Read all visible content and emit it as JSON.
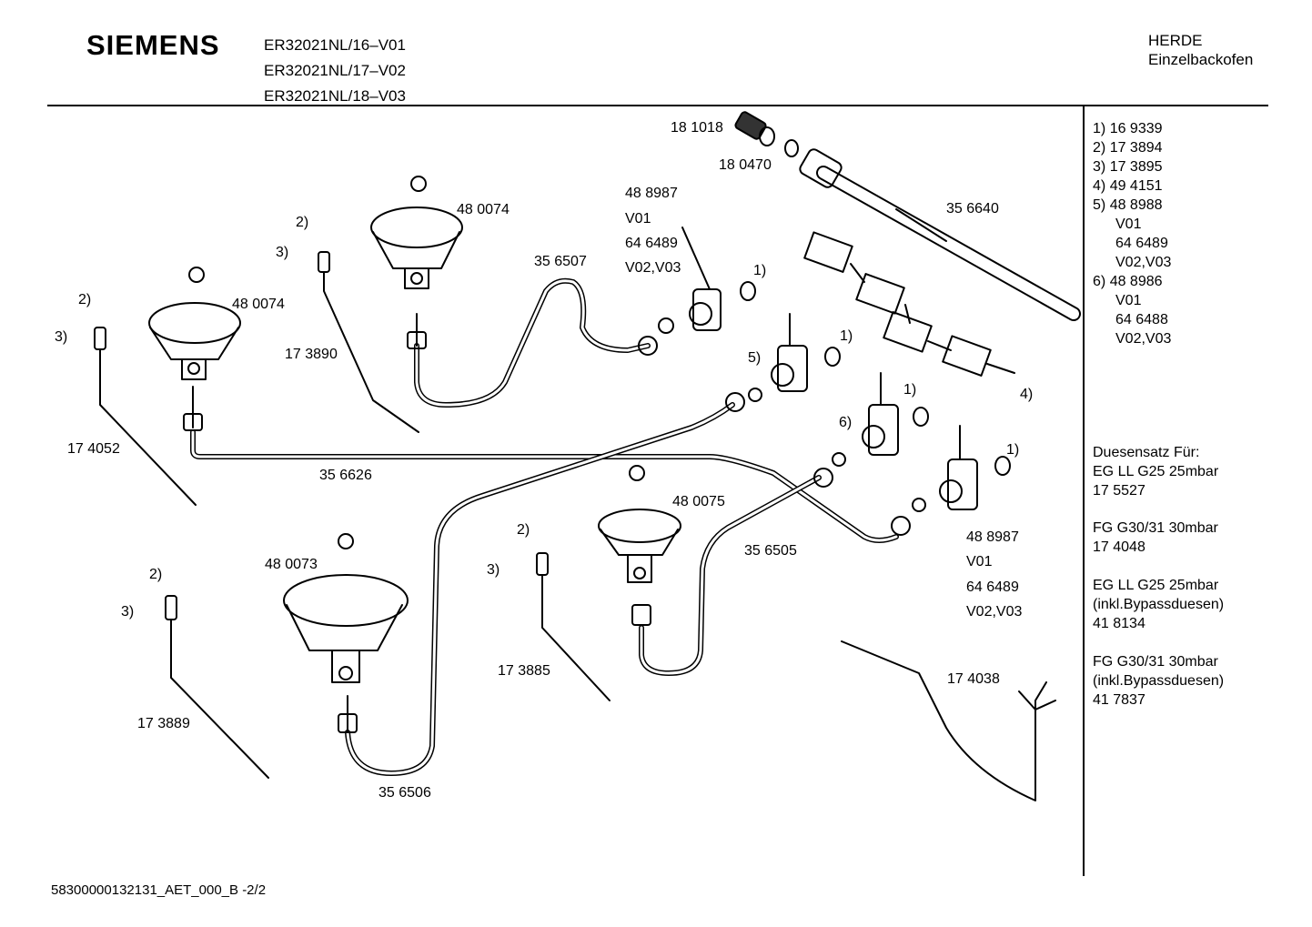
{
  "header": {
    "brand": "SIEMENS",
    "models": [
      "ER32021NL/16–V01",
      "ER32021NL/17–V02",
      "ER32021NL/18–V03"
    ],
    "category": "HERDE",
    "subcategory": "Einzelbackofen"
  },
  "labels": {
    "p181018": "18 1018",
    "p180470": "18 0470",
    "p356640": "35 6640",
    "p488987a": "48 8987",
    "v01a": "V01",
    "p646489a": "64 6489",
    "v0203a": "V02,V03",
    "p480074a": "48 0074",
    "p480074b": "48 0074",
    "p356507": "35 6507",
    "p173890": "17 3890",
    "p174052": "17 4052",
    "p356626": "35 6626",
    "p480075": "48 0075",
    "p356505": "35 6505",
    "p480073": "48 0073",
    "p173885": "17 3885",
    "p173889": "17 3889",
    "p356506": "35 6506",
    "p174038": "17 4038",
    "p488987b": "48 8987",
    "v01b": "V01",
    "p646489b": "64 6489",
    "v0203b": "V02,V03",
    "ref1a": "1)",
    "ref1b": "1)",
    "ref1c": "1)",
    "ref1d": "1)",
    "ref2a": "2)",
    "ref2b": "2)",
    "ref2c": "2)",
    "ref2d": "2)",
    "ref3a": "3)",
    "ref3b": "3)",
    "ref3c": "3)",
    "ref3d": "3)",
    "ref4": "4)",
    "ref5": "5)",
    "ref6": "6)"
  },
  "right_panel": {
    "parts": [
      {
        "ref": "1)",
        "number": "16 9339"
      },
      {
        "ref": "2)",
        "number": "17 3894"
      },
      {
        "ref": "3)",
        "number": "17 3895"
      },
      {
        "ref": "4)",
        "number": "49 4151"
      },
      {
        "ref": "5)",
        "number": "48 8988"
      },
      {
        "ref": "",
        "number": "V01"
      },
      {
        "ref": "",
        "number": "64 6489"
      },
      {
        "ref": "",
        "number": "V02,V03"
      },
      {
        "ref": "6)",
        "number": "48 8986"
      },
      {
        "ref": "",
        "number": "V01"
      },
      {
        "ref": "",
        "number": "64 6488"
      },
      {
        "ref": "",
        "number": "V02,V03"
      }
    ],
    "nozzle_title": "Duesensatz Für:",
    "nozzle_sets": [
      [
        "EG LL G25 25mbar",
        "17 5527"
      ],
      [
        "FG G30/31 30mbar",
        "17 4048"
      ],
      [
        "EG LL G25 25mbar",
        "(inkl.Bypassduesen)",
        "41 8134"
      ],
      [
        "FG G30/31 30mbar",
        "(inkl.Bypassduesen)",
        "41 7837"
      ]
    ]
  },
  "footer": "58300000132131_AET_000_B  -2/2"
}
